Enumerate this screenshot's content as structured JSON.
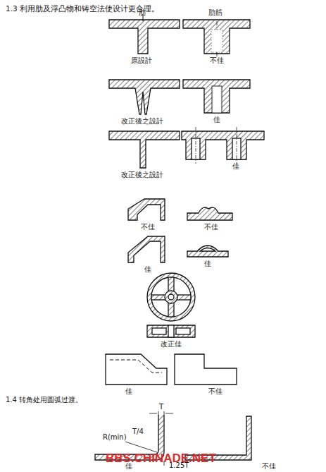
{
  "diagram": {
    "title": "1.3 利用肋及浮凸物和铸空法使设计更合理。",
    "labels": [
      "肋",
      "肋筋",
      "原設計",
      "不佳",
      "改正後之設計",
      "佳",
      "改正後之設計",
      "佳",
      "不佳",
      "不佳",
      "佳",
      "佳",
      "改正佳",
      "佳",
      "不佳",
      "1.4 转角处用圆弧过渡。",
      "T",
      "R(min)",
      "T/4",
      "1.25T",
      "佳",
      "不佳",
      "BBS.CHINADE.NET"
    ]
  }
}
